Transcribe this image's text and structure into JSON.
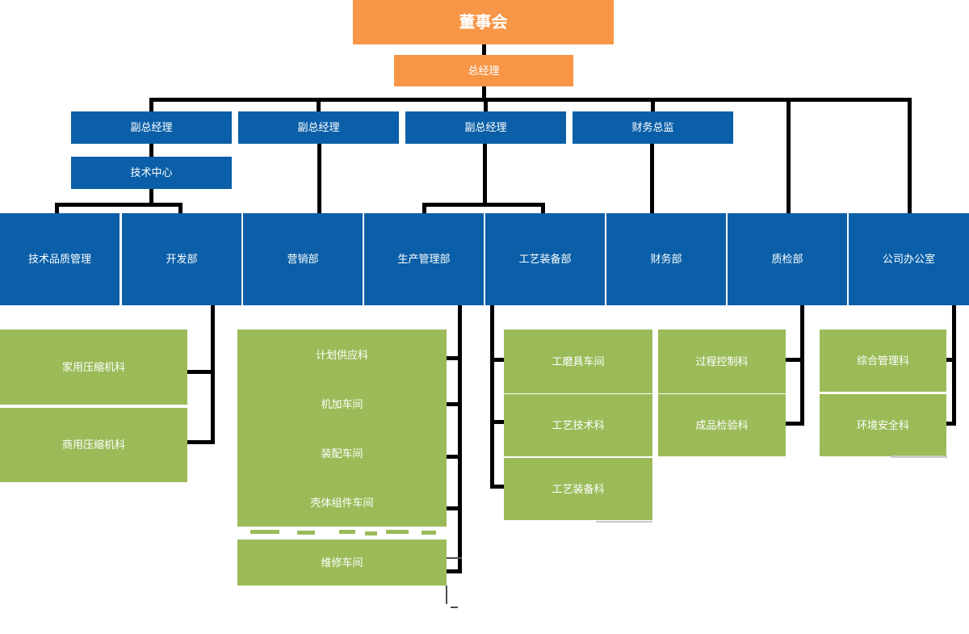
{
  "org": {
    "board": "董事会",
    "general_manager": "总经理",
    "executives": [
      {
        "label": "副总经理"
      },
      {
        "label": "副总经理"
      },
      {
        "label": "副总经理"
      },
      {
        "label": "财务总监"
      }
    ],
    "tech_center": "技术中心",
    "departments": [
      {
        "label": "技术品质管理"
      },
      {
        "label": "开发部"
      },
      {
        "label": "营销部"
      },
      {
        "label": "生产管理部"
      },
      {
        "label": "工艺装备部"
      },
      {
        "label": "财务部"
      },
      {
        "label": "质检部"
      },
      {
        "label": "公司办公室"
      }
    ],
    "dev_teams": [
      {
        "label": "家用压缩机科"
      },
      {
        "label": "商用压缩机科"
      }
    ],
    "production_teams": [
      {
        "label": "计划供应科"
      },
      {
        "label": "机加车间"
      },
      {
        "label": "装配车间"
      },
      {
        "label": "壳体组件车间"
      }
    ],
    "production_extra_team": "维修车间",
    "process_teams": [
      {
        "label": "工磨具车间"
      },
      {
        "label": "工艺技术科"
      },
      {
        "label": "工艺装备科"
      }
    ],
    "quality_teams": [
      {
        "label": "过程控制科"
      },
      {
        "label": "成品检验科"
      }
    ],
    "office_teams": [
      {
        "label": "综合管理科"
      },
      {
        "label": "环境安全科"
      }
    ]
  },
  "colors": {
    "orange": "#F79646",
    "blue": "#0A5FA8",
    "green": "#9BBB59",
    "connector": "#000000"
  }
}
